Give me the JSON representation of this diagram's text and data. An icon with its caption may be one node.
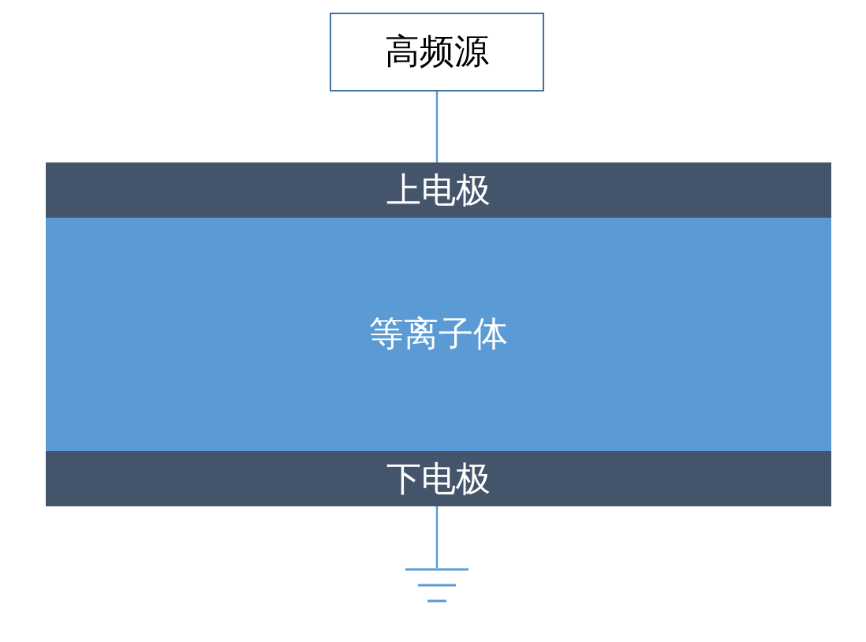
{
  "diagram": {
    "nodes": [
      {
        "text": [
          "高频源"
        ]
      },
      {
        "text": [
          "上电极"
        ]
      },
      {
        "text": [
          "等离子体"
        ]
      },
      {
        "text": [
          "下电极"
        ]
      },
      {
        "text": [],
        "shape": "ground"
      }
    ],
    "edges": [
      {
        "from": 0,
        "to": 1,
        "arrow": "none"
      },
      {
        "from": 3,
        "to": 4,
        "arrow": "none"
      }
    ]
  }
}
